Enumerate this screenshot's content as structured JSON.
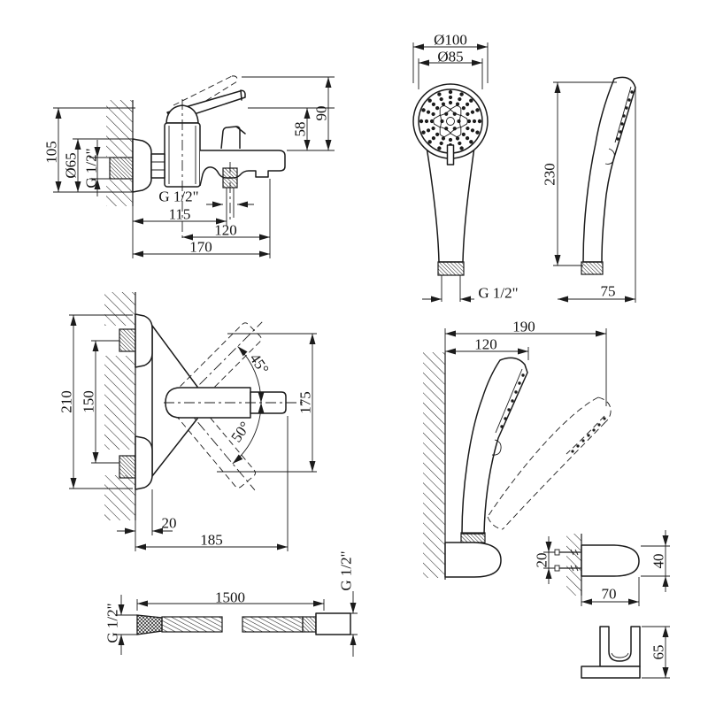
{
  "palette": {
    "background": "#ffffff",
    "line": "#1b1b1b"
  },
  "views": {
    "mixer_side": {
      "title": "bath-mixer-side-view",
      "dims": {
        "overall_height": "105",
        "flange_diameter": "Ø65",
        "inlet_thread": "G 1/2\"",
        "handle_height": "90",
        "body_height": "58",
        "outlet_thread": "G 1/2\"",
        "wall_to_outlet": "115",
        "center_to_spout": "120",
        "wall_to_spout_end": "170"
      }
    },
    "handshower_front": {
      "title": "hand-shower-front-view",
      "dims": {
        "outer_diameter": "Ø100",
        "face_diameter": "Ø85",
        "thread": "G 1/2\""
      }
    },
    "handshower_side": {
      "title": "hand-shower-side-view",
      "dims": {
        "length": "230",
        "head_width": "75"
      }
    },
    "mixer_front": {
      "title": "shower-mixer-front-view",
      "dims": {
        "flange_span": "210",
        "inlet_spacing": "150",
        "handle_up_angle": "45°",
        "handle_down_angle": "50°",
        "swing_height": "175",
        "flange_depth": "20",
        "overall_width": "185"
      }
    },
    "holder_wall": {
      "title": "wall-holder-with-handset-view",
      "dims": {
        "reach_tilted": "190",
        "reach_upright": "120"
      }
    },
    "holder_side": {
      "title": "holder-side-detail",
      "dims": {
        "screw_spacing": "20",
        "height": "40",
        "depth": "70"
      }
    },
    "holder_front": {
      "title": "holder-front-detail",
      "dims": {
        "bracket_height": "65"
      }
    },
    "hose": {
      "title": "shower-hose-view",
      "dims": {
        "length": "1500",
        "thread_left": "G 1/2\"",
        "thread_right": "G 1/2\""
      }
    }
  }
}
